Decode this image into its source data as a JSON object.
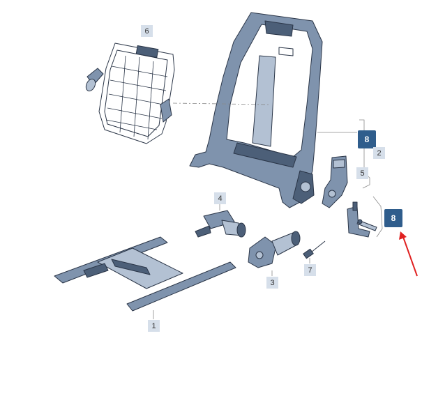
{
  "callouts": {
    "c6": "6",
    "c8a": "8",
    "c2": "2",
    "c5": "5",
    "c4": "4",
    "c8b": "8",
    "c7": "7",
    "c3": "3",
    "c1": "1"
  },
  "colors": {
    "part_fill": "#7f93ad",
    "part_dark": "#4c5f78",
    "part_light": "#b3c1d3",
    "outline": "#2a3547",
    "callout_plain_bg": "#d6dfea",
    "callout_boxed_bg": "#2f5d8c",
    "arrow": "#e02020",
    "leader": "#8a8a8a"
  }
}
